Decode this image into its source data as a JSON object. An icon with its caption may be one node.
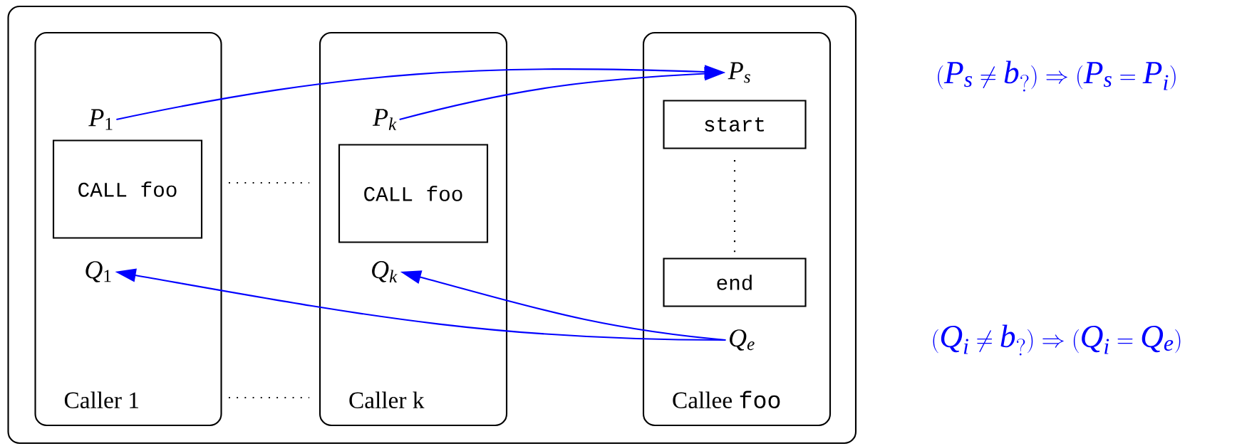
{
  "diagram": {
    "nodes": [
      {
        "text": [],
        "shape": "box"
      },
      {
        "text": [
          "Caller 1"
        ],
        "in": 0
      },
      {
        "text": [
          "P_1"
        ],
        "in": 1
      },
      {
        "text": [
          "CALL foo"
        ],
        "in": 1
      },
      {
        "text": [
          "Q_1"
        ],
        "in": 1
      },
      {
        "text": [
          "Caller k"
        ],
        "in": 0
      },
      {
        "text": [
          "P_k"
        ],
        "in": 5
      },
      {
        "text": [
          "CALL foo"
        ],
        "in": 5
      },
      {
        "text": [
          "Q_k"
        ],
        "in": 5
      },
      {
        "text": [
          "\\textrm{Callee }\\texttt{foo}"
        ],
        "in": 0
      },
      {
        "text": [
          "P_s"
        ],
        "in": 9
      },
      {
        "text": [
          "start"
        ],
        "in": 9
      },
      {
        "text": [
          "end"
        ],
        "in": 9
      },
      {
        "text": [
          "Q_e"
        ],
        "in": 9
      }
    ],
    "edges": [
      {
        "from": 2,
        "to": 10,
        "arrow": "to"
      },
      {
        "from": 6,
        "to": 10,
        "arrow": "to"
      },
      {
        "from": 13,
        "to": 4,
        "arrow": "to"
      },
      {
        "from": 13,
        "to": 8,
        "arrow": "to"
      }
    ],
    "labels": [
      "(P_s \\neq b_?) \\Rightarrow (P_s = P_i)",
      "(Q_i \\neq b_?) \\Rightarrow (Q_i = Q_e)"
    ]
  }
}
